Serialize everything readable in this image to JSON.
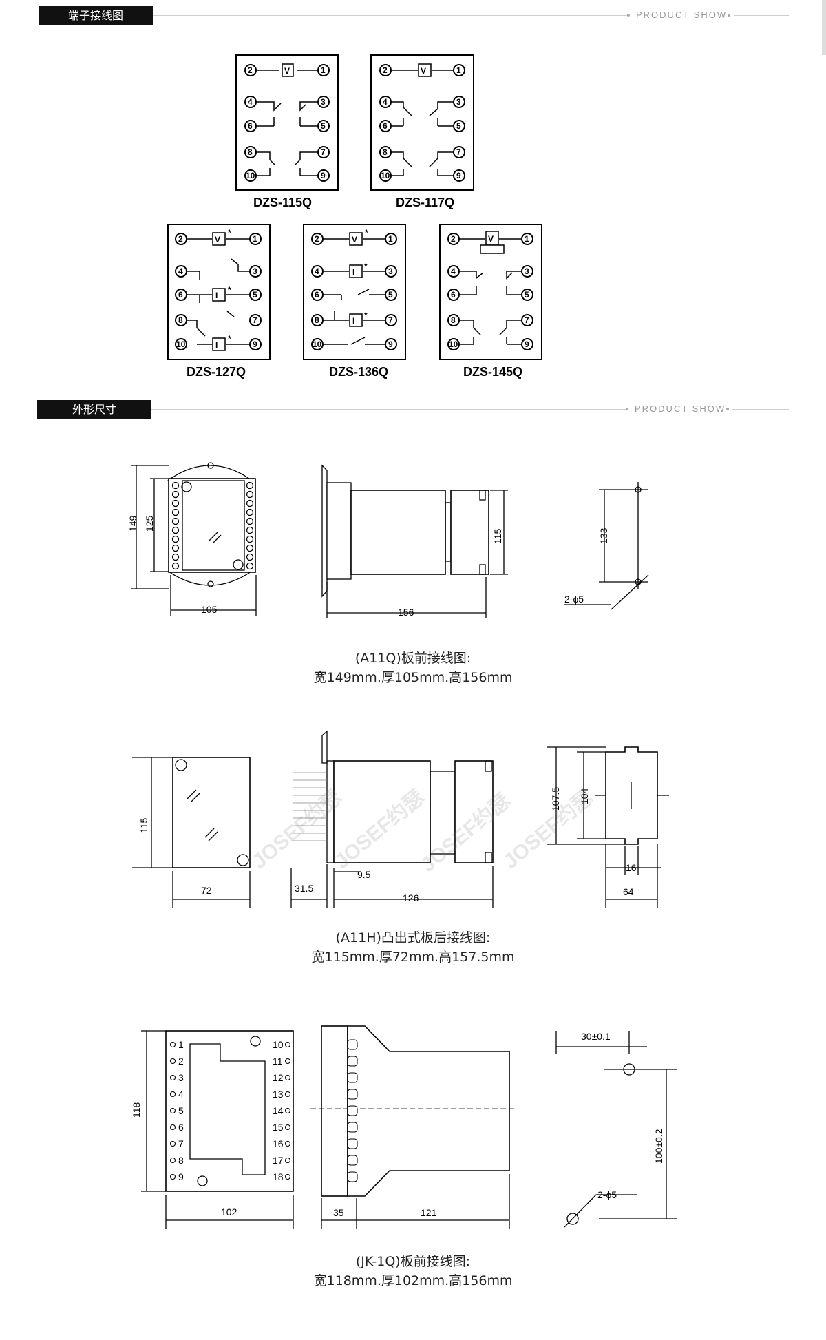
{
  "section1": {
    "title": "端子接线图",
    "tag": "PRODUCT SHOW"
  },
  "section2": {
    "title": "外形尺寸",
    "tag": "PRODUCT SHOW"
  },
  "models": [
    "DZS-115Q",
    "DZS-117Q",
    "DZS-127Q",
    "DZS-136Q",
    "DZS-145Q"
  ],
  "d1": {
    "caption1": "(A11Q)板前接线图:",
    "caption2": "宽149mm.厚105mm.高156mm",
    "dims": [
      "149",
      "125",
      "105",
      "156",
      "115",
      "133",
      "2-ϕ5"
    ]
  },
  "d2": {
    "caption1": "(A11H)凸出式板后接线图:",
    "caption2": "宽115mm.厚72mm.高157.5mm",
    "dims": [
      "115",
      "72",
      "31.5",
      "9.5",
      "126",
      "107.5",
      "104",
      "16",
      "64"
    ]
  },
  "d3": {
    "caption1": "(JK-1Q)板前接线图:",
    "caption2": "宽118mm.厚102mm.高156mm",
    "dims": [
      "118",
      "102",
      "35",
      "121",
      "30±0.1",
      "100±0.2",
      "2-ϕ5"
    ],
    "pins_left": [
      "1",
      "2",
      "3",
      "4",
      "5",
      "6",
      "7",
      "8",
      "9"
    ],
    "pins_right": [
      "10",
      "11",
      "12",
      "13",
      "14",
      "15",
      "16",
      "17",
      "18"
    ]
  },
  "watermark": "JOSEF约瑟"
}
